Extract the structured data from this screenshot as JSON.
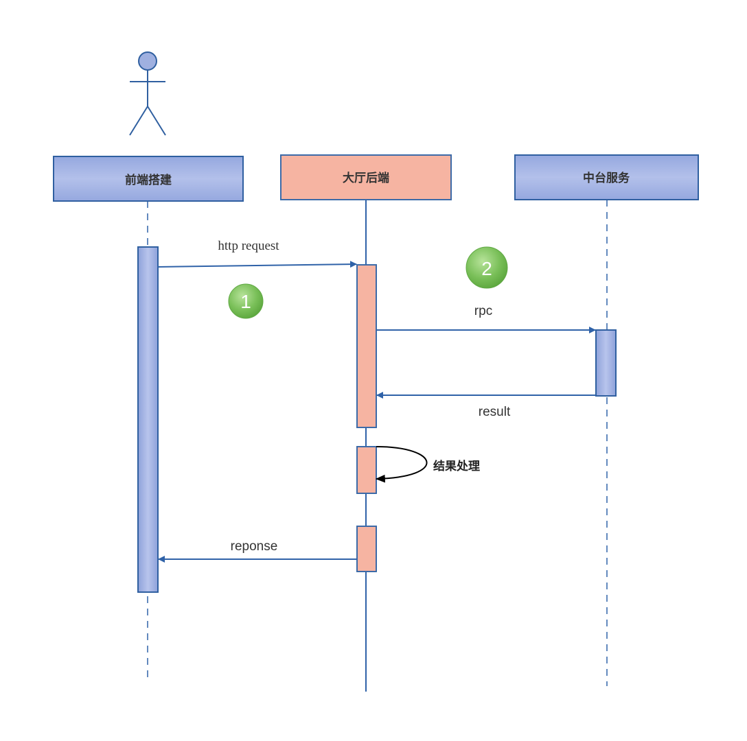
{
  "participants": {
    "frontend": {
      "label": "前端搭建"
    },
    "backend": {
      "label": "大厅后端"
    },
    "middle": {
      "label": "中台服务"
    }
  },
  "messages": {
    "http_request": {
      "label": "http request"
    },
    "rpc": {
      "label": "rpc"
    },
    "result": {
      "label": "result"
    },
    "self_process": {
      "label": "结果处理"
    },
    "response": {
      "label": "reponse"
    }
  },
  "badges": {
    "step1": {
      "label": "1"
    },
    "step2": {
      "label": "2"
    }
  },
  "colors": {
    "blue_fill": "#a7b6e2",
    "blue_stroke": "#2f5fa0",
    "salmon_fill": "#f5b3a0",
    "salmon_stroke": "#3b6aa8",
    "line": "#2f62a8",
    "badge": "#7cc15e"
  }
}
